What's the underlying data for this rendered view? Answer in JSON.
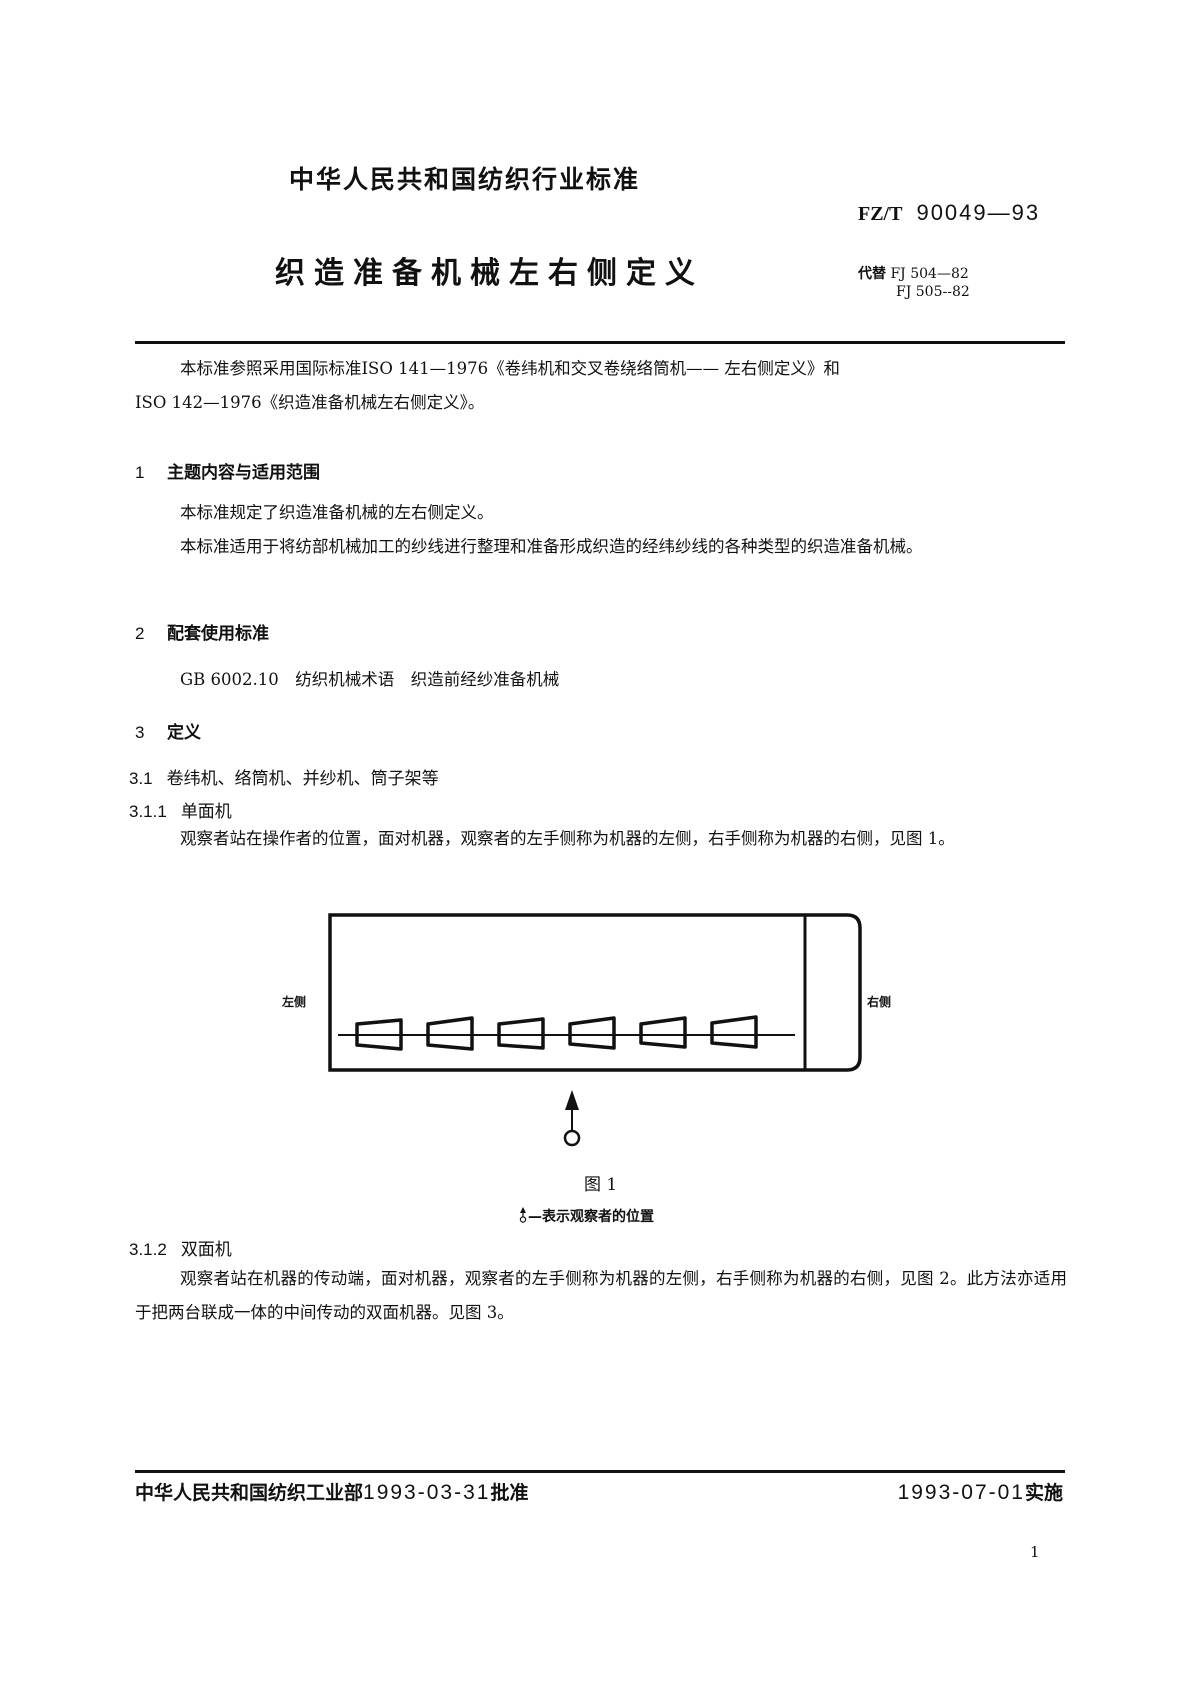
{
  "header": {
    "standard_title": "中华人民共和国纺织行业标准",
    "standard_code_prefix": "FZ/T",
    "standard_code_number": "90049—93",
    "document_title": "织造准备机械左右侧定义",
    "replaces_label": "代替",
    "replaces": [
      "FJ 504—82",
      "FJ 505--82"
    ]
  },
  "intro": {
    "line1": "本标准参照采用国际标准ISO 141—1976《卷纬机和交叉卷绕络筒机—— 左右侧定义》和",
    "line2": "ISO 142—1976《织造准备机械左右侧定义》。"
  },
  "sections": [
    {
      "number": "1",
      "title": "主题内容与适用范围",
      "paragraphs": [
        "本标准规定了织造准备机械的左右侧定义。",
        "本标准适用于将纺部机械加工的纱线进行整理和准备形成织造的经纬纱线的各种类型的织造准备机械。"
      ]
    },
    {
      "number": "2",
      "title": "配套使用标准",
      "paragraphs": [
        "GB 6002.10　纺织机械术语　织造前经纱准备机械"
      ]
    },
    {
      "number": "3",
      "title": "定义"
    }
  ],
  "subsections": {
    "s3_1": {
      "number": "3.1",
      "title": "卷纬机、络筒机、并纱机、筒子架等"
    },
    "s3_1_1": {
      "number": "3.1.1",
      "title": "单面机",
      "text": "观察者站在操作者的位置，面对机器，观察者的左手侧称为机器的左侧，右手侧称为机器的右侧，见图 1。"
    },
    "s3_1_2": {
      "number": "3.1.2",
      "title": "双面机",
      "text": "观察者站在机器的传动端，面对机器，观察者的左手侧称为机器的左侧，右手侧称为机器的右侧，见图 2。此方法亦适用于把两台联成一体的中间传动的双面机器。见图 3。"
    }
  },
  "figure1": {
    "left_label": "左侧",
    "right_label": "右侧",
    "caption": "图 1",
    "note": "—表示观察者的位置",
    "package_count": 6,
    "icons": [
      "observer-arrow-icon",
      "package-trapezoid-icon"
    ]
  },
  "footer": {
    "issuer": "中华人民共和国纺织工业部",
    "approval_date": "1993-03-31",
    "approval_label": "批准",
    "effective_date": "1993-07-01",
    "effective_label": "实施",
    "page_number": "1"
  }
}
